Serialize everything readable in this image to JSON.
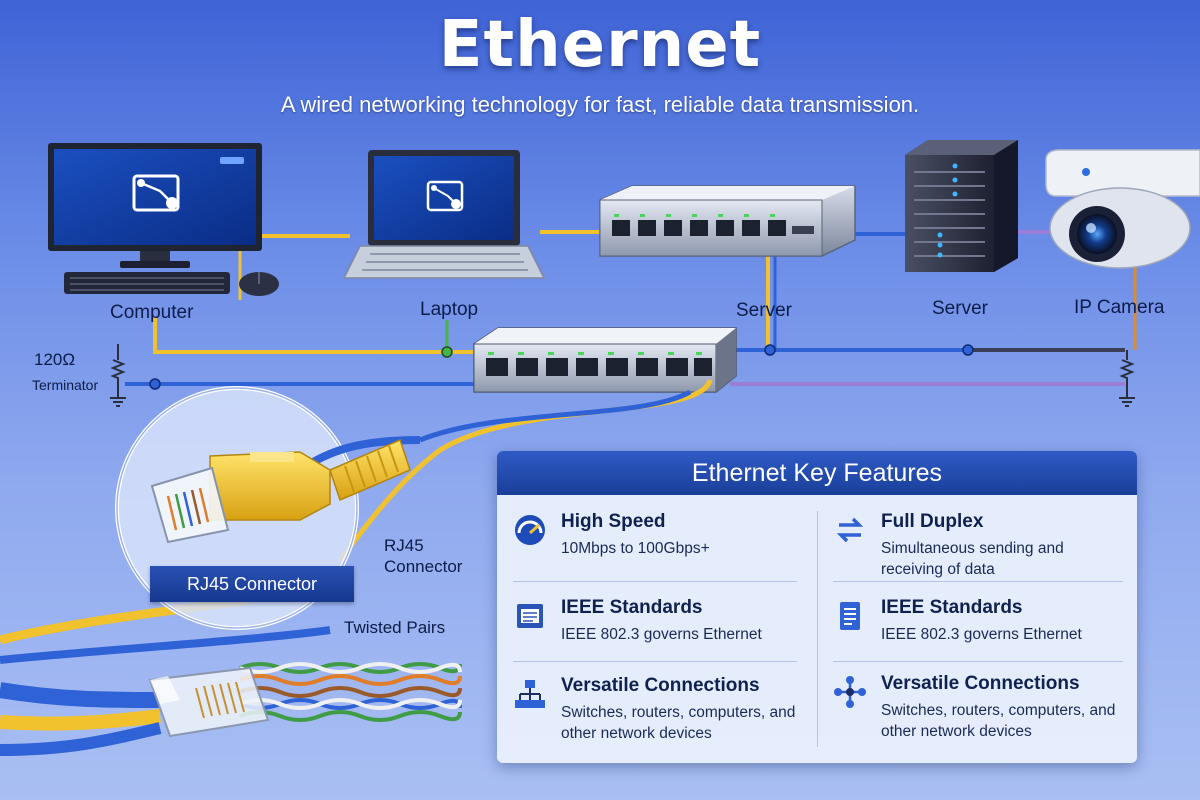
{
  "header": {
    "title": "Ethernet",
    "subtitle": "A wired networking technology for fast, reliable data transmission."
  },
  "devices": {
    "computer": "Computer",
    "laptop": "Laptop",
    "server_1": "Server",
    "server_2": "Server",
    "ip_camera": "IP Camera"
  },
  "bus": {
    "terminator_value": "120Ω",
    "terminator_label": "Terminator"
  },
  "connector": {
    "badge": "RJ45 Connector",
    "side_label_line1": "RJ45",
    "side_label_line2": "Connector",
    "twisted_pairs": "Twisted Pairs"
  },
  "features": {
    "heading": "Ethernet Key Features",
    "items": [
      {
        "icon": "speedometer-icon",
        "title": "High Speed",
        "desc": "10Mbps to 100Gbps+"
      },
      {
        "icon": "duplex-arrows-icon",
        "title": "Full Duplex",
        "desc": "Simultaneous sending and receiving of data"
      },
      {
        "icon": "ieee-chip-icon",
        "title": "IEEE Standards",
        "desc": "IEEE 802.3 governs Ethernet"
      },
      {
        "icon": "document-icon",
        "title": "IEEE Standards",
        "desc": "IEEE 802.3 governs Ethernet"
      },
      {
        "icon": "network-topology-icon",
        "title": "Versatile Connections",
        "desc": "Switches, routers, computers, and other network devices"
      },
      {
        "icon": "network-nodes-icon",
        "title": "Versatile Connections",
        "desc": "Switches, routers, computers, and other network devices"
      }
    ]
  },
  "colors": {
    "cable_yellow": "#f2c12e",
    "cable_blue": "#2f62d6",
    "cable_dark": "#3a3f55",
    "cable_purple": "#9b7fd6",
    "panel_header": "#1f47a8",
    "accent_green": "#47b34b"
  }
}
